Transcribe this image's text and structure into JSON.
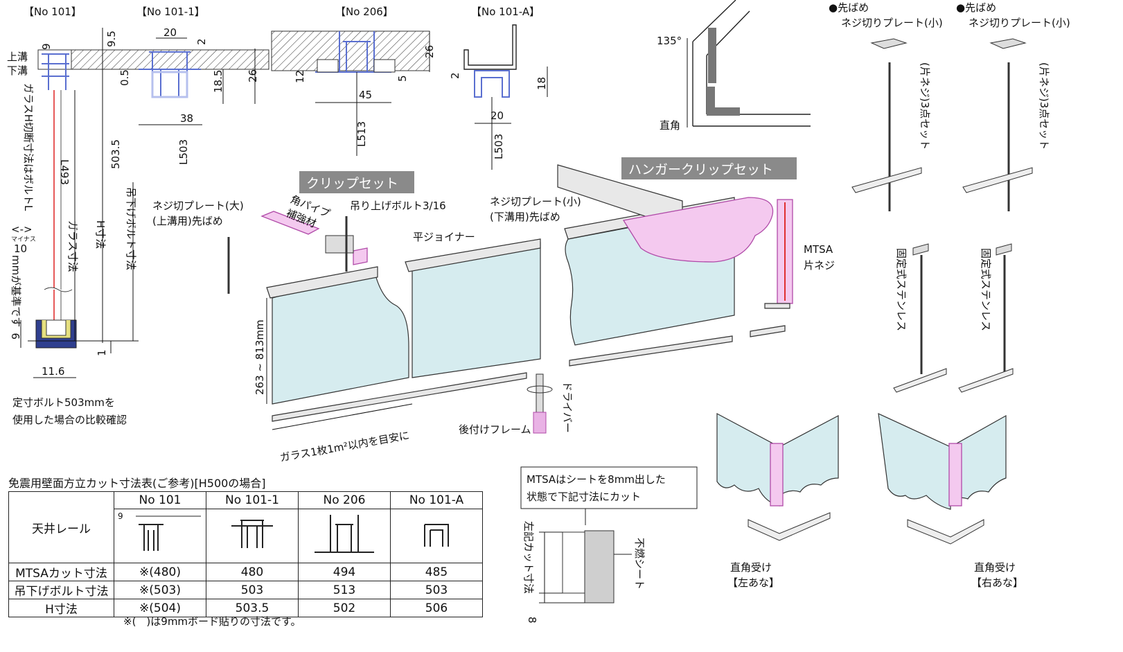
{
  "profiles": {
    "p101": "【No 101】",
    "p101_1": "【No 101-1】",
    "p206": "【No 206】",
    "p101a": "【No 101-A】"
  },
  "dims": {
    "d9a": "9",
    "d9_5": "9.5",
    "d20a": "20",
    "d2a": "2",
    "d26a": "26",
    "d18_5": "18.5",
    "d0_5": "0.5",
    "d38": "38",
    "d503_5": "503.5",
    "dL503a": "L503",
    "dL493": "L493",
    "d9b": "9",
    "d11_6": "11.6",
    "d1": "1",
    "d26b": "26",
    "d12": "12",
    "d45": "45",
    "d5": "5",
    "dL513": "L513",
    "d2b": "2",
    "d18": "18",
    "d20b": "20",
    "dL503b": "L503"
  },
  "labels": {
    "upper_groove": "上溝",
    "lower_groove": "下溝",
    "glass_h_cut": "ガラスH切断寸法はボルトL",
    "minus_sym": "<->",
    "minus_kana": "マイナス",
    "ten": "10",
    "mm_basis": "mmが基準です",
    "glass_dim": "ガラス寸法",
    "h_dim": "H寸法",
    "hang_bolt_dim": "吊下げボルト寸法",
    "fixed_bolt_1": "定寸ボルト503mmを",
    "fixed_bolt_2": "使用した場合の比較確認",
    "angle_135": "135°",
    "right_angle": "直角",
    "clip_set": "クリップセット",
    "hanger_clip_set": "ハンガークリップセット",
    "screw_plate_large_1": "ネジ切プレート(大)",
    "screw_plate_large_2": "(上溝用)先ばめ",
    "square_pipe_1": "角パイプ",
    "square_pipe_2": "補強材",
    "lift_bolt": "吊り上げボルト3/16",
    "screw_plate_small_1": "ネジ切プレート(小)",
    "screw_plate_small_2": "(下溝用)先ばめ",
    "flat_joiner": "平ジョイナー",
    "mtsa": "MTSA",
    "one_side_thread": "片ネジ",
    "height_range": "263 ~ 813mm",
    "driver": "ドライバー",
    "retrofit_frame": "後付けフレーム",
    "glass_area": "ガラス1枚1m²以内を目安に",
    "preinsert_a": "●先ばめ",
    "screw_plate_small_a": "ネジ切りプレート(小)",
    "three_point_a": "(片ネジ)3点セット",
    "preinsert_b": "●先ばめ",
    "screw_plate_small_b": "ネジ切りプレート(小)",
    "three_point_b": "(片ネジ)3点セット",
    "fixed_stainless_a": "固定式ステンレス",
    "fixed_stainless_b": "固定式ステンレス",
    "mtsa_note_1": "MTSAはシートを8mm出した",
    "mtsa_note_2": "状態で下記寸法にカット",
    "left_cut_dim": "左記カット寸法",
    "nonflammable_sheet": "不燃シート",
    "d8": "8",
    "corner_left_1": "直角受け",
    "corner_left_2": "【左あな】",
    "corner_right_1": "直角受け",
    "corner_right_2": "【右あな】"
  },
  "table": {
    "title": "免震用壁面方立カット寸法表(ご参考)[H500の場合]",
    "columns": [
      "No 101",
      "No 101-1",
      "No 206",
      "No 101-A"
    ],
    "ceiling_rail": "天井レール",
    "small_9": "9",
    "rows": [
      {
        "label": "MTSAカット寸法",
        "values": [
          "※(480)",
          "480",
          "494",
          "485"
        ]
      },
      {
        "label": "吊下げボルト寸法",
        "values": [
          "※(503)",
          "503",
          "513",
          "503"
        ]
      },
      {
        "label": "H寸法",
        "values": [
          "※(504)",
          "503.5",
          "502",
          "506"
        ]
      }
    ],
    "note": "※(　)は9mmボード貼りの寸法です。"
  }
}
